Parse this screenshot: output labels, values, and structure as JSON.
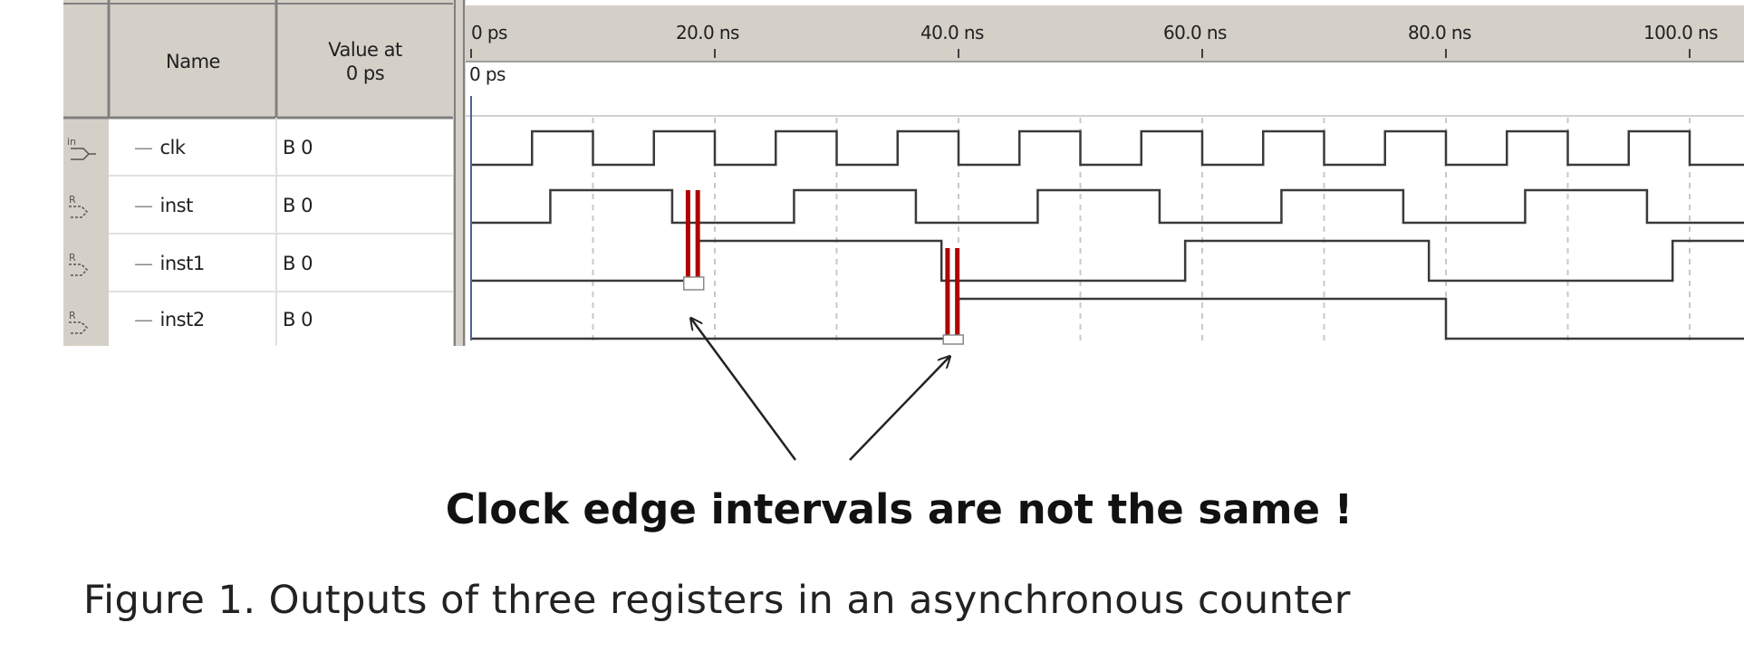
{
  "table_header": {
    "name": "Name",
    "value": "Value at\n0 ps"
  },
  "timeline": {
    "ticks": [
      "0 ps",
      "20.0 ns",
      "40.0 ns",
      "60.0 ns",
      "80.0 ns",
      "100.0 ns"
    ],
    "cursor_label": "0 ps"
  },
  "signals": [
    {
      "name": "clk",
      "value": "B 0",
      "icon": "input-pin-icon"
    },
    {
      "name": "inst",
      "value": "B 0",
      "icon": "register-output-icon"
    },
    {
      "name": "inst1",
      "value": "B 0",
      "icon": "register-output-icon"
    },
    {
      "name": "inst2",
      "value": "B 0",
      "icon": "register-output-icon"
    }
  ],
  "annotation": "Clock edge intervals are not the same !",
  "caption": "Figure 1. Outputs of three registers in an asynchronous counter",
  "colors": {
    "grid_bg": "#d4d0c8",
    "waveform": "#3a3a3a",
    "highlight": "#b00000"
  }
}
